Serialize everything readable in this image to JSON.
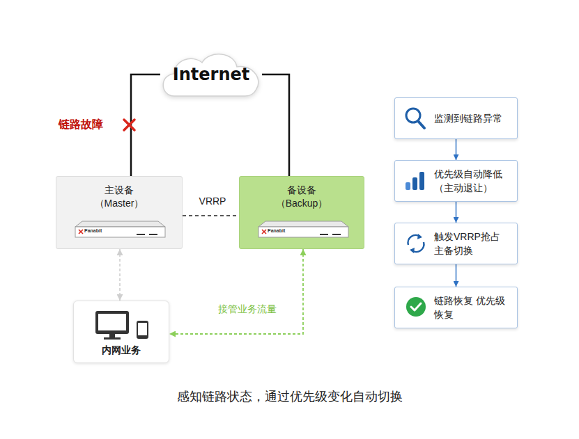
{
  "diagram": {
    "caption": "感知链路状态，通过优先级变化自动切换",
    "nodes": [
      {
        "text": [
          "Internet"
        ]
      },
      {
        "text": [
          "主设备 （Master）"
        ]
      },
      {
        "text": [
          "备设备 （Backup）"
        ]
      },
      {
        "text": [
          "内网业务"
        ]
      },
      {
        "text": [
          "监测到链路异常"
        ]
      },
      {
        "text": [
          "优先级自动降低 （主动退让）"
        ]
      },
      {
        "text": [
          "触发VRRP抢占 主备切换"
        ]
      },
      {
        "text": [
          "链路恢复 优先级恢复"
        ]
      }
    ],
    "edges": [
      {
        "from": 0,
        "to": 1,
        "arrow": "none"
      },
      {
        "from": 0,
        "to": 2,
        "arrow": "none"
      },
      {
        "from": 1,
        "to": 2,
        "label": "VRRP",
        "arrow": "none"
      },
      {
        "from": 1,
        "to": 3,
        "arrow": "both"
      },
      {
        "from": 2,
        "to": 3,
        "label": "接管业务流量",
        "arrow": "both"
      },
      {
        "from": 4,
        "to": 5,
        "arrow": "to"
      },
      {
        "from": 5,
        "to": 6,
        "arrow": "to"
      },
      {
        "from": 6,
        "to": 7,
        "arrow": "to"
      }
    ],
    "labels": [
      "链路故障",
      "Panabit",
      "Panabit"
    ]
  }
}
